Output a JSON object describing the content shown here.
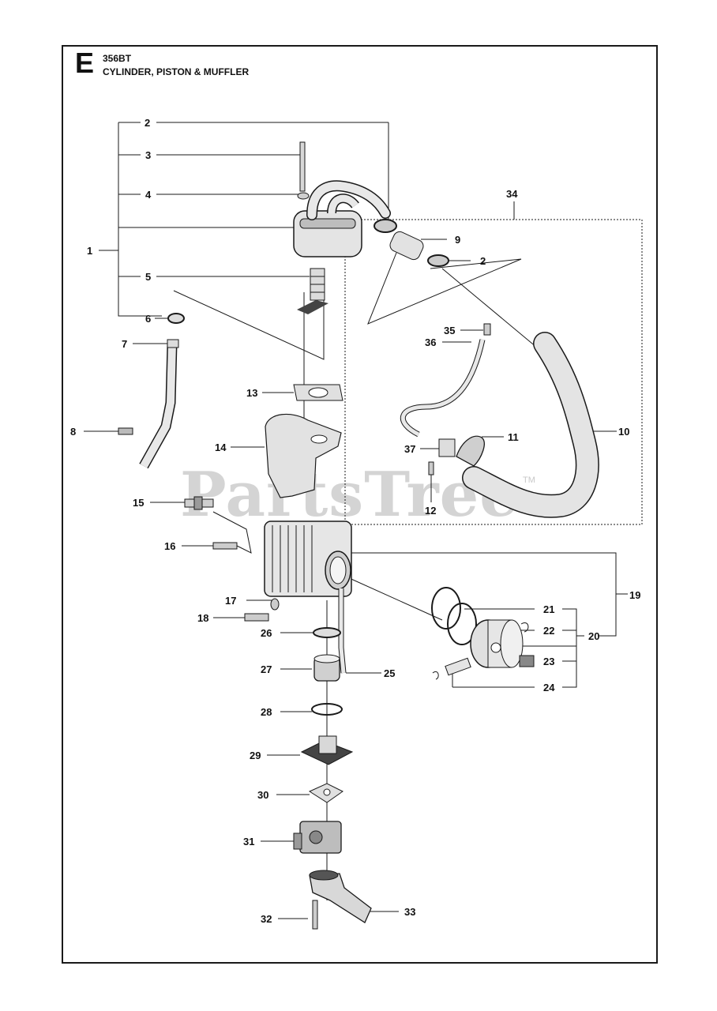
{
  "header": {
    "section_letter": "E",
    "model": "356BT",
    "title": "CYLINDER, PISTON & MUFFLER"
  },
  "watermark": {
    "text": "PartsTree",
    "tm": "TM"
  },
  "colors": {
    "line": "#1a1a1a",
    "part_fill": "#e6e6e6",
    "part_dark": "#9a9a9a",
    "watermark": "#d4d4d4"
  },
  "callouts": [
    "1",
    "2",
    "3",
    "4",
    "5",
    "6",
    "7",
    "8",
    "9",
    "2",
    "10",
    "11",
    "12",
    "13",
    "14",
    "15",
    "16",
    "17",
    "18",
    "19",
    "20",
    "21",
    "22",
    "23",
    "24",
    "25",
    "26",
    "27",
    "28",
    "29",
    "30",
    "31",
    "32",
    "33",
    "34",
    "35",
    "36",
    "37"
  ]
}
